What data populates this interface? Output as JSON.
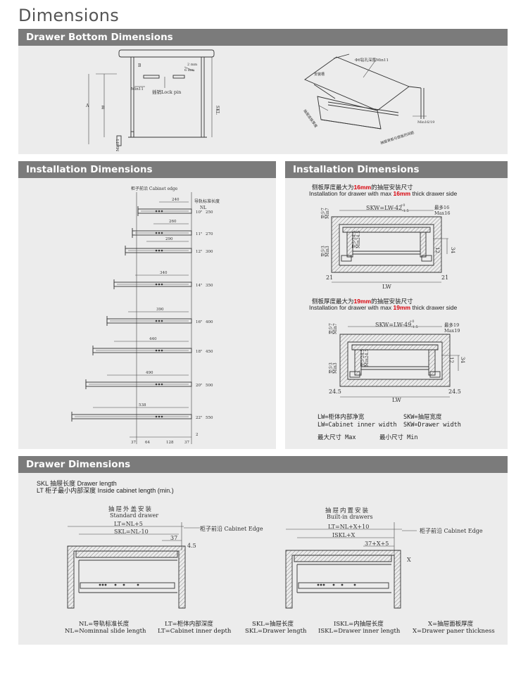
{
  "page_title": "Dimensions",
  "sections": {
    "drawer_bottom": "Drawer Bottom Dimensions",
    "install_left": "Installation Dimensions",
    "install_right": "Installation Dimensions",
    "drawer_dims": "Drawer Dimensions"
  },
  "drawer_bottom": {
    "lock_pin": "插销Lock pin",
    "min11": "Min11",
    "skl": "SKL",
    "label_a": "A",
    "label_b": "B",
    "label_b2": "B",
    "dim_2mm": "2 mm",
    "dim_6mm": "6 mm",
    "dim_min11_bottom": "Min11",
    "drill_depth": "Φ6钻孔深度Min11",
    "bottom_thickness": "抽屉底板厚度",
    "back_clearance": "抽屉背板与底板的间距",
    "slot_label": "安装槽",
    "min16_19": "Min16/19"
  },
  "install_left": {
    "cabinet_edge": "柜子前沿 Cabinet edge",
    "nl_cn": "导轨标准长度",
    "nl": "NL",
    "rows": [
      {
        "dim": "240",
        "size": "10\"",
        "nl": "250"
      },
      {
        "dim": "260",
        "size": "11\"",
        "nl": "270"
      },
      {
        "dim": "290",
        "size": "12\"",
        "nl": "300"
      },
      {
        "dim": "340",
        "size": "14\"",
        "nl": "350"
      },
      {
        "dim": "390",
        "size": "16\"",
        "nl": "400"
      },
      {
        "dim": "440",
        "size": "18\"",
        "nl": "450"
      },
      {
        "dim": "490",
        "size": "20\"",
        "nl": "500"
      },
      {
        "dim": "538",
        "size": "22\"",
        "nl": "550"
      }
    ],
    "bottom_dims": [
      "37",
      "64",
      "128",
      "37"
    ],
    "side_dim": "2"
  },
  "install_right": {
    "d16": {
      "cn_pre": "侧板厚度最大为",
      "cn_num": "16mm",
      "cn_post": "的抽屉安装尺寸",
      "en_pre": "Installation for drawer with max ",
      "en_num": "16mm",
      "en_post": " thick drawer side",
      "skw": "SKW=LW-42",
      "tol_top": "+0",
      "tol_bottom": "-1.5",
      "max_cn": "最多16",
      "max_en": "Max16",
      "min7": "至少7",
      "min7_en": "Min7",
      "min245": "至少24.5",
      "min245_en": "Min24.5",
      "min3": "至少3",
      "min3_en": "Min3",
      "d21a": "21",
      "d21b": "21",
      "lw": "LW",
      "d12": "12",
      "d34": "34"
    },
    "d19": {
      "cn_pre": "侧板厚度最大为",
      "cn_num": "19mm",
      "cn_post": "的抽屉安装尺寸",
      "en_pre": "Installation for drawer with max ",
      "en_num": "19mm",
      "en_post": " thick drawer side",
      "skw": "SKW=LW-49",
      "tol_top": "+0",
      "tol_bottom": "-1.5",
      "max_cn": "最多19",
      "max_en": "Max19",
      "min7": "至少7",
      "min7_en": "Min7",
      "min245": "至少24.5",
      "min245_en": "Min24.5",
      "min3": "至少3",
      "min3_en": "Min3",
      "d245a": "24.5",
      "d245b": "24.5",
      "lw": "LW",
      "d12": "12",
      "d34": "34"
    },
    "legend": {
      "lw_cn": "LW=柜体内部净宽",
      "lw_en": "LW=Cabinet inner width",
      "skw_cn": "SKW=抽屉宽度",
      "skw_en": "SKW=Drawer width",
      "max": "最大尺寸 Max",
      "min": "最小尺寸 Min"
    }
  },
  "drawer_dims": {
    "intro1": "SKL 抽屉长度 Drawer length",
    "intro2": "LT 柜子最小内部深度 Inside cabinet length (min.)",
    "standard_cn": "抽屉外盖安装",
    "standard_en": "Standard drawer",
    "builtin_cn": "抽屉内置安装",
    "builtin_en": "Built-in drawers",
    "lt_nl5": "LT=NL+5",
    "skl_nl10": "SKL=NL-10",
    "d37": "37",
    "d45": "4.5",
    "cabinet_edge1": "柜子前沿 Cabinet Edge",
    "lt_nlx10": "LT=NL+X+10",
    "iskl_x": "ISKL+X",
    "d37x5": "37+X+5",
    "x": "X",
    "cabinet_edge2": "柜子前沿 Cabinet Edge",
    "legend": [
      {
        "cn": "NL=导轨标准长度",
        "en": "NL=Nominnal slide length"
      },
      {
        "cn": "LT=柜体内部深度",
        "en": "LT=Cabinet inner depth"
      },
      {
        "cn": "SKL=抽屉长度",
        "en": "SKL=Drawer length"
      },
      {
        "cn": "ISKL=内抽屉长度",
        "en": "ISKL=Drawer inner length"
      },
      {
        "cn": "X=抽屉面板厚度",
        "en": "X=Drawer paner thickness"
      }
    ]
  }
}
